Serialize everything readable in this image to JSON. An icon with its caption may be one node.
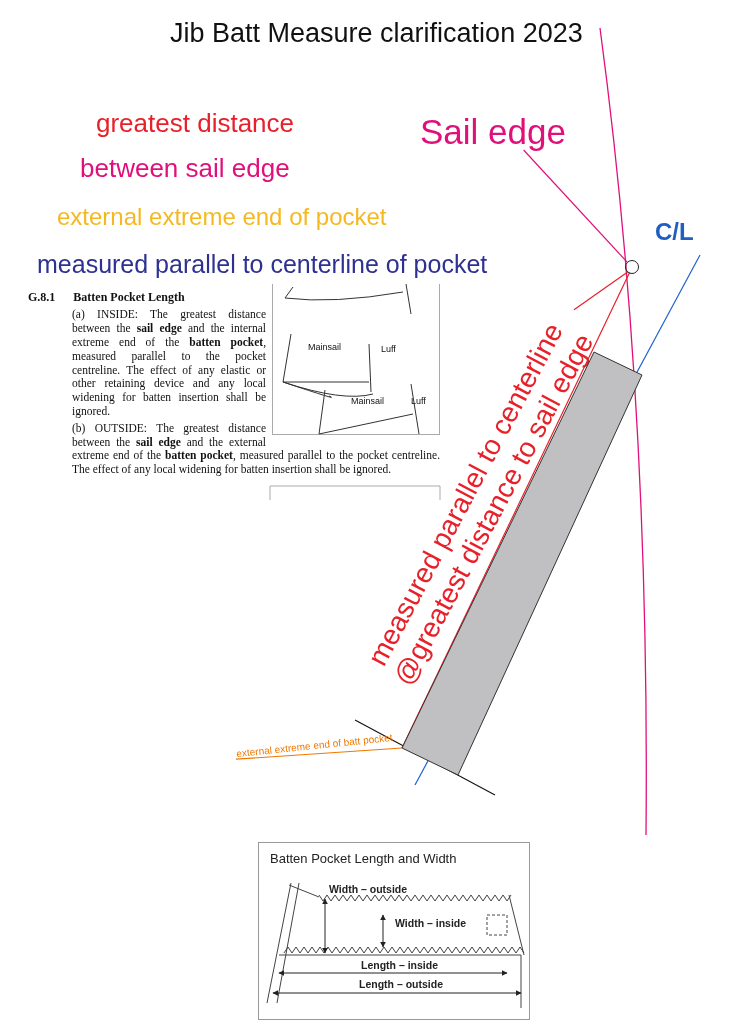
{
  "diagram": {
    "title": "Jib Batt Measure clarification 2023",
    "nodes": [
      {
        "text": [
          "Sail edge"
        ]
      },
      {
        "text": [],
        "shape": "circle"
      },
      {
        "text": [
          "measured parallel to centerline @greatest distance to sail edge"
        ]
      },
      {
        "text": [
          "external extreme end of batt pocket"
        ]
      },
      {
        "text": [],
        "shape": "bar"
      }
    ],
    "edges": [
      {
        "from": 0,
        "to": 1,
        "arrow": "none",
        "color": "#e0107a"
      },
      {
        "from": 2,
        "to": 1,
        "arrow": "none",
        "color": "#e8202a"
      },
      {
        "from": 3,
        "to": 4,
        "arrow": "none",
        "color": "#f07800"
      },
      {
        "from": 1,
        "to": 4,
        "arrow": "none",
        "color": "#e8202a"
      }
    ],
    "labels": [
      "greatest distance",
      "between sail edge",
      "external extreme end of pocket",
      "measured parallel to centerline of pocket",
      "C/L",
      "G.8.1",
      "Batten Pocket Length",
      "(a) INSIDE: The greatest distance between the **sail edge** and the internal extreme end of the **batten pocket**, measured parallel to the pocket centreline. The effect of any elastic or other retaining device and any local widening for batten insertion shall be ignored.",
      "(b) OUTSIDE: The greatest distance between the **sail edge** and the external extreme end of the **batten pocket**, measured parallel to the pocket centreline. The effect of any local widening for batten insertion shall be ignored.",
      "Mainsail",
      "Luff",
      "Mainsail",
      "Luff",
      "Batten Pocket Length and Width",
      "Width – outside",
      "Width – inside",
      "Length – inside",
      "Length – outside"
    ]
  }
}
